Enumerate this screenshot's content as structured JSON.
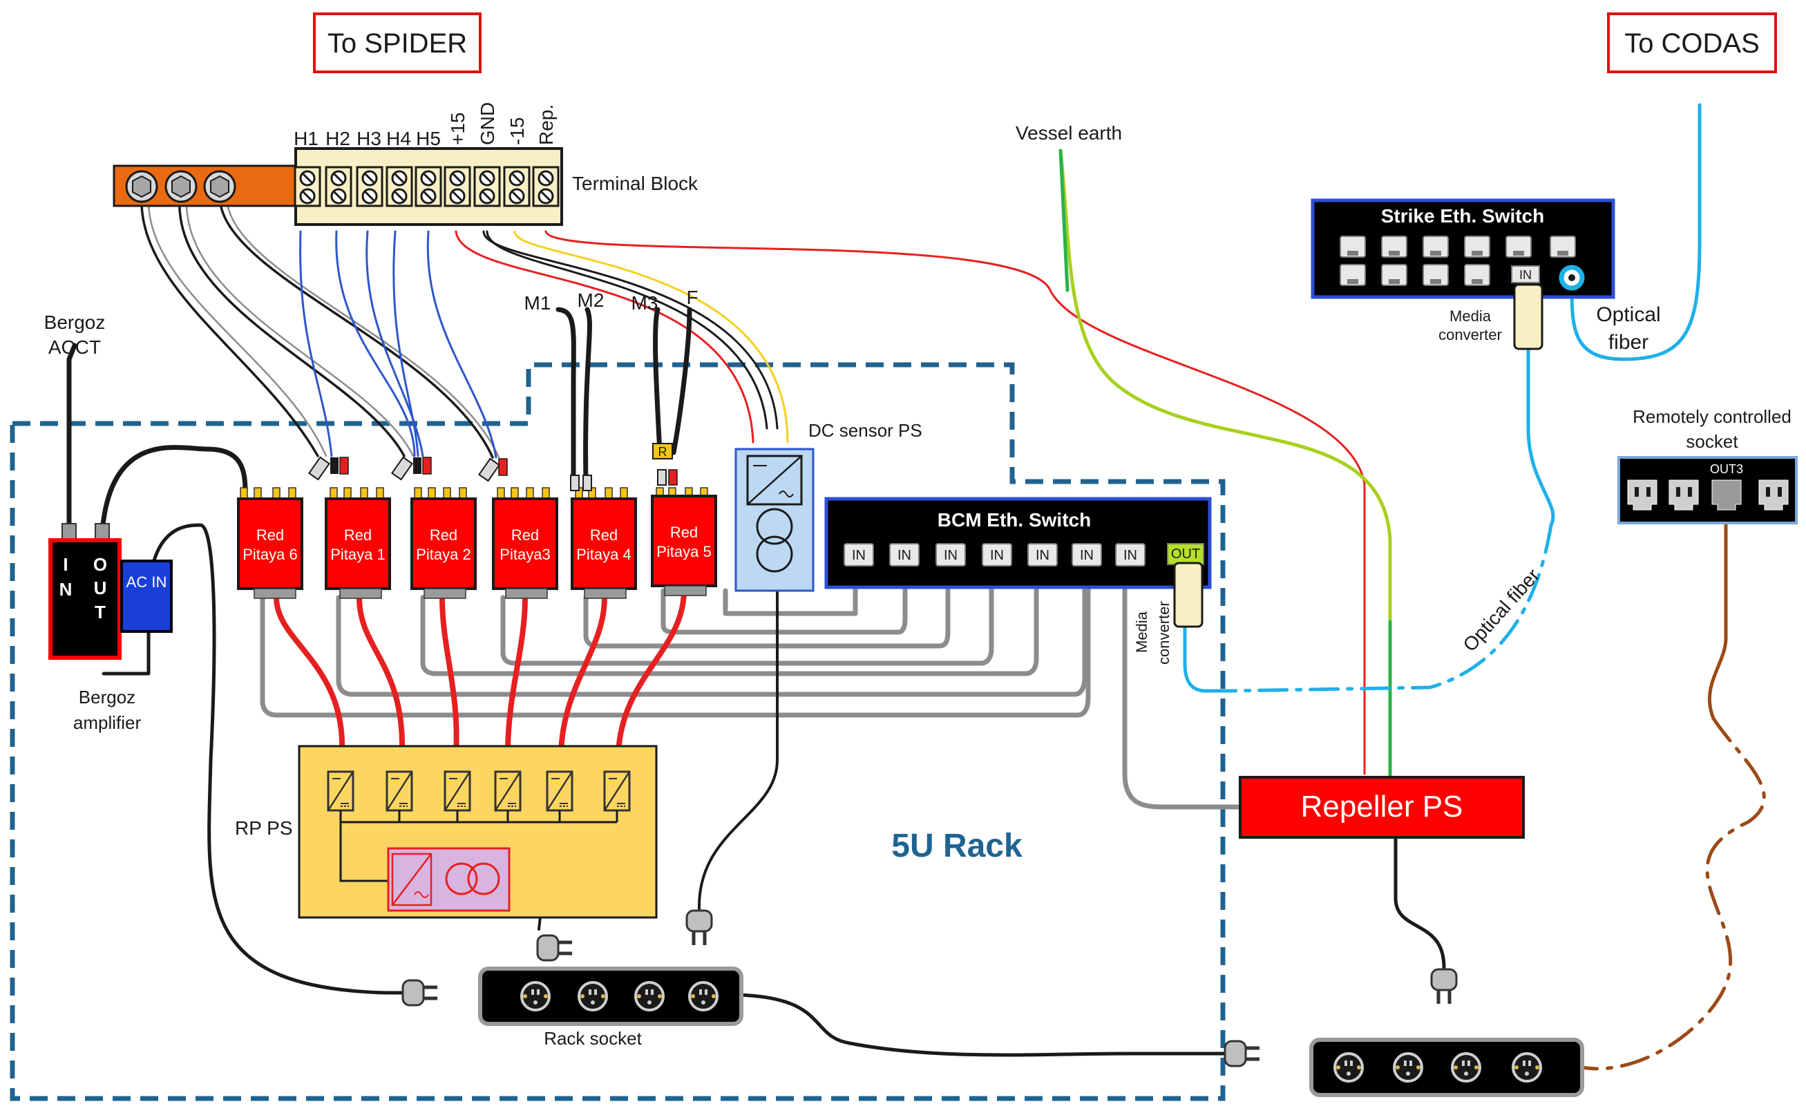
{
  "labels": {
    "to_spider": "To SPIDER",
    "to_codas": "To CODAS",
    "terminal_block": "Terminal Block",
    "vessel_earth": "Vessel earth",
    "strike_switch": "Strike Eth. Switch",
    "media_converter_line1": "Media",
    "media_converter_line2": "converter",
    "optical_fiber_line1": "Optical",
    "optical_fiber_line2": "fiber",
    "optical_fiber_diag": "Optical fiber",
    "remote_socket_line1": "Remotely controlled",
    "remote_socket_line2": "socket",
    "out3": "OUT3",
    "bergoz_acct_line1": "Bergoz",
    "bergoz_acct_line2": "ACCT",
    "bergoz_amp_line1": "Bergoz",
    "bergoz_amp_line2": "amplifier",
    "dc_sensor_ps": "DC sensor PS",
    "bcm_switch": "BCM Eth. Switch",
    "port_in": "IN",
    "port_out": "OUT",
    "ac_in": "AC IN",
    "in_letters": "I N",
    "out_letters": "O U T",
    "rp_ps": "RP PS",
    "rack_5u": "5U Rack",
    "repeller_ps": "Repeller PS",
    "rack_socket": "Rack socket",
    "resistor": "R"
  },
  "terminals": [
    "H1",
    "H2",
    "H3",
    "H4",
    "H5",
    "+15",
    "GND",
    "-15",
    "Rep."
  ],
  "cables": [
    "M1",
    "M2",
    "M3",
    "F"
  ],
  "pitayas": [
    {
      "line1": "Red",
      "line2": "Pitaya 6"
    },
    {
      "line1": "Red",
      "line2": "Pitaya 1"
    },
    {
      "line1": "Red",
      "line2": "Pitaya 2"
    },
    {
      "line1": "Red",
      "line2": "Pitaya3"
    },
    {
      "line1": "Red",
      "line2": "Pitaya 4"
    },
    {
      "line1": "Red",
      "line2": "Pitaya 5"
    }
  ],
  "colors": {
    "red_fill": "#ff0000",
    "orange_bar": "#e96a10",
    "terminal_fill": "#f8f0c4",
    "rack_border": "#1f6391",
    "switch_blue": "#2d4fd6",
    "fiber_blue": "#1fb0e8",
    "rp_ps_fill": "#fcd660",
    "dc_sensor_fill": "#bcd8f3",
    "earth_green": "#2ab34a",
    "brown": "#9c4a17",
    "gray_cable": "#8c8c8c",
    "out_green": "#b4e02a"
  }
}
